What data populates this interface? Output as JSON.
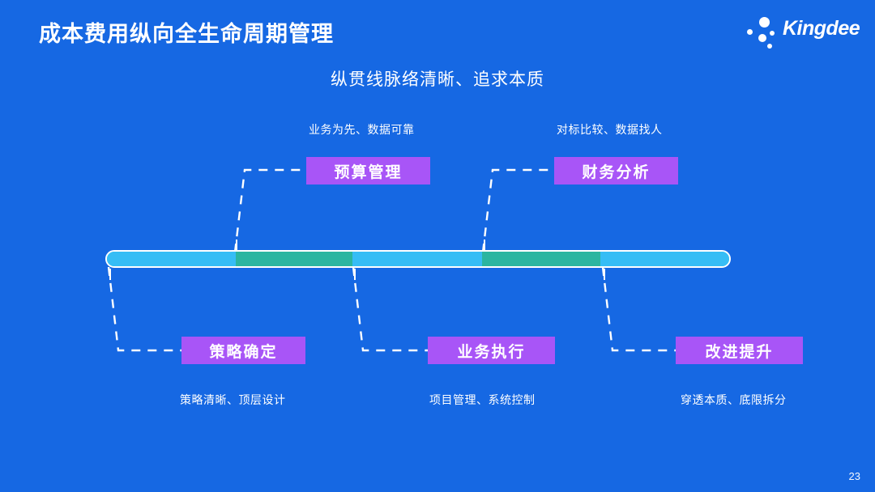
{
  "slide": {
    "background_color": "#1668e3",
    "title": "成本费用纵向全生命周期管理",
    "subtitle": "纵贯线脉络清晰、追求本质",
    "page_number": "23"
  },
  "logo": {
    "wordmark": "Kingdee"
  },
  "colors": {
    "background": "#1668e3",
    "box_purple": "#a855f7",
    "bar_cyan": "#36bdf5",
    "bar_teal": "#2bb5a0",
    "text_white": "#ffffff"
  },
  "timeline": {
    "segments": [
      {
        "name": "segment-1",
        "color": "#36bdf5",
        "flex": 160
      },
      {
        "name": "segment-2",
        "color": "#2bb5a0",
        "flex": 145
      },
      {
        "name": "segment-3",
        "color": "#36bdf5",
        "flex": 160
      },
      {
        "name": "segment-4",
        "color": "#2bb5a0",
        "flex": 147
      },
      {
        "name": "segment-5",
        "color": "#36bdf5",
        "flex": 160
      }
    ]
  },
  "stages_top": [
    {
      "id": "budget",
      "label": "预算管理",
      "caption": "业务为先、数据可靠"
    },
    {
      "id": "finance",
      "label": "财务分析",
      "caption": "对标比较、数据找人"
    }
  ],
  "stages_bottom": [
    {
      "id": "strategy",
      "label": "策略确定",
      "caption": "策略清晰、顶层设计"
    },
    {
      "id": "execution",
      "label": "业务执行",
      "caption": "项目管理、系统控制"
    },
    {
      "id": "improvement",
      "label": "改进提升",
      "caption": "穿透本质、底限拆分"
    }
  ]
}
